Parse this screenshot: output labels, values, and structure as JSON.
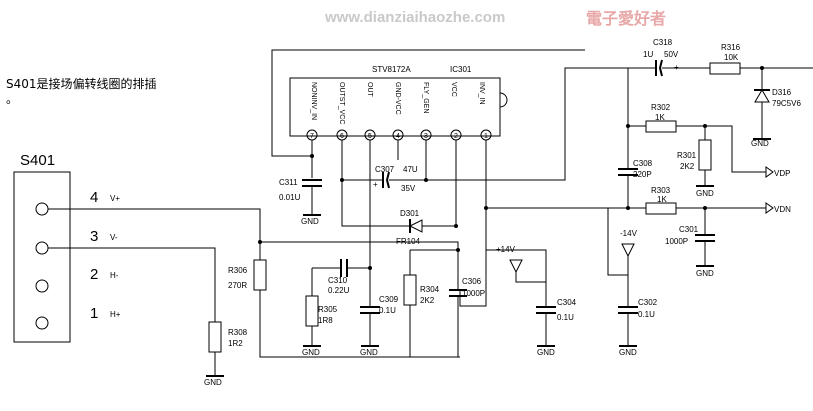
{
  "watermark": {
    "url": "www.dianziaihaozhe.com",
    "cn": "電子愛好者"
  },
  "note": {
    "line1": "S401是接场偏转线圈的排插",
    "line2": "。"
  },
  "connector": {
    "name": "S401",
    "pins": [
      {
        "num": "4",
        "signal": "V+"
      },
      {
        "num": "3",
        "signal": "V-"
      },
      {
        "num": "2",
        "signal": "H-"
      },
      {
        "num": "1",
        "signal": "H+"
      }
    ]
  },
  "ic": {
    "part": "STV8172A",
    "ref": "IC301",
    "pins": [
      {
        "num": "7",
        "name": "NONINV_IN"
      },
      {
        "num": "6",
        "name": "OUTST_VCC"
      },
      {
        "num": "5",
        "name": "OUT"
      },
      {
        "num": "4",
        "name": "GND-VCC"
      },
      {
        "num": "3",
        "name": "FLY_GEN"
      },
      {
        "num": "2",
        "name": "VCC"
      },
      {
        "num": "1",
        "name": "INV_IN"
      }
    ]
  },
  "components": {
    "c318": {
      "ref": "C318",
      "value": "1U",
      "voltage": "50V"
    },
    "r316": {
      "ref": "R316",
      "value": "10K"
    },
    "d316": {
      "ref": "D316",
      "value": "79C5V6"
    },
    "r302": {
      "ref": "R302",
      "value": "1K"
    },
    "r301": {
      "ref": "R301",
      "value": "2K2"
    },
    "r303": {
      "ref": "R303",
      "value": "1K"
    },
    "c308": {
      "ref": "C308",
      "value": "220P"
    },
    "c301": {
      "ref": "C301",
      "value": "1000P"
    },
    "c302": {
      "ref": "C302",
      "value": "0.1U"
    },
    "c304": {
      "ref": "C304",
      "value": "0.1U"
    },
    "c306": {
      "ref": "C306",
      "value": "1000P"
    },
    "r304": {
      "ref": "R304",
      "value": "2K2"
    },
    "c307": {
      "ref": "C307",
      "value": "47U",
      "voltage": "35V"
    },
    "c311": {
      "ref": "C311",
      "value": "0.01U"
    },
    "d301": {
      "ref": "D301",
      "value": "FR104"
    },
    "c310": {
      "ref": "C310",
      "value": "0.22U"
    },
    "r305": {
      "ref": "R305",
      "value": "1R8"
    },
    "c309": {
      "ref": "C309",
      "value": "0.1U"
    },
    "r306": {
      "ref": "R306",
      "value": "270R"
    },
    "r308": {
      "ref": "R308",
      "value": "1R2"
    }
  },
  "nets": {
    "gnd": "GND",
    "vdp": "VDP",
    "vdn": "VDN",
    "pos14": "+14V",
    "neg14": "-14V"
  }
}
